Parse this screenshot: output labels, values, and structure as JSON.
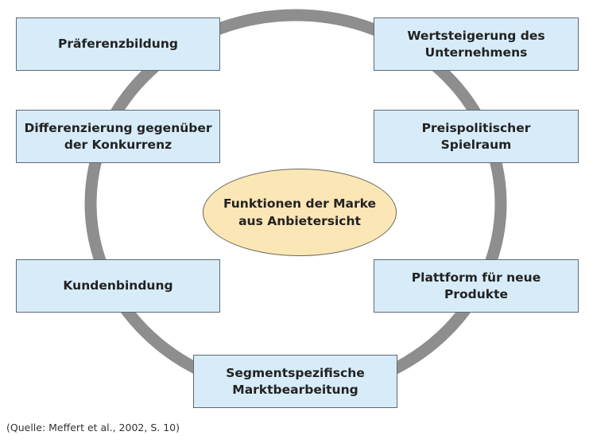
{
  "diagram": {
    "center": "Funktionen der Marke\naus Anbietersicht",
    "nodes": [
      {
        "id": "praeferenzbildung",
        "label": "Präferenzbildung"
      },
      {
        "id": "differenzierung",
        "label": "Differenzierung gegenüber\nder Konkurrenz"
      },
      {
        "id": "kundenbindung",
        "label": "Kundenbindung"
      },
      {
        "id": "segmentspezifisch",
        "label": "Segmentspezifische\nMarktbearbeitung"
      },
      {
        "id": "plattform",
        "label": "Plattform für neue Produkte"
      },
      {
        "id": "preispolitisch",
        "label": "Preispolitischer\nSpielraum"
      },
      {
        "id": "wertsteigerung",
        "label": "Wertsteigerung des\nUnternehmens"
      }
    ],
    "colors": {
      "box_fill": "#d7ecf8",
      "box_border": "#5a6a75",
      "center_fill": "#fbe6b5",
      "ring": "#8e8e8e"
    }
  },
  "footer": {
    "source": "(Quelle: Meffert et al., 2002, S. 10)"
  }
}
